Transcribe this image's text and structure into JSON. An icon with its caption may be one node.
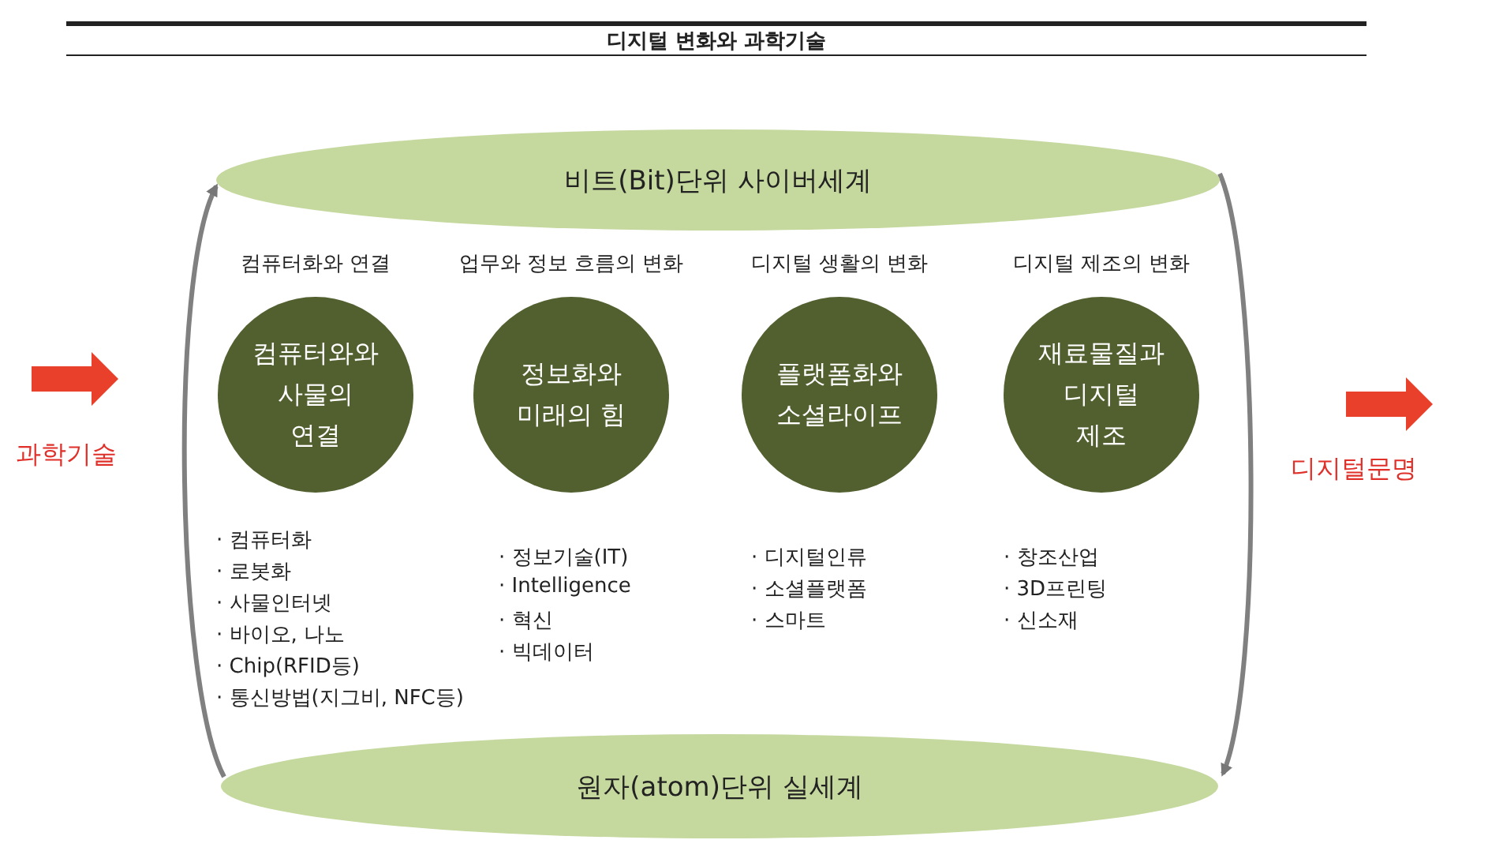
{
  "diagram": {
    "title": "디지털 변화와 과학기술",
    "nodes": [
      {
        "text": [
          "비트(Bit)단위 사이버세계"
        ]
      },
      {
        "text": [
          "원자(atom)단위 실세계"
        ]
      },
      {
        "text": [
          "컴퓨터화와 연결",
          "컴퓨터와와 사물의 연결"
        ],
        "beside": [
          "· 컴퓨터화",
          "· 로봇화",
          "· 사물인터넷",
          "· 바이오, 나노",
          "· Chip(RFID등)",
          "· 통신방법(지그비, NFC등)"
        ]
      },
      {
        "text": [
          "업무와 정보 흐름의 변화",
          "정보화와 미래의 힘"
        ],
        "beside": [
          "· 정보기술(IT)",
          "· Intelligence",
          "· 혁신",
          "· 빅데이터"
        ]
      },
      {
        "text": [
          "디지털 생활의 변화",
          "플랫폼화와 소셜라이프"
        ],
        "beside": [
          "· 디지털인류",
          "· 소셜플랫폼",
          "· 스마트"
        ]
      },
      {
        "text": [
          "디지털 제조의 변화",
          "재료물질과 디지털 제조"
        ],
        "beside": [
          "· 창조산업",
          "· 3D프린팅",
          "· 신소재"
        ]
      }
    ],
    "edges": [
      {
        "from": 1,
        "to": 0,
        "arrow": "to"
      },
      {
        "from": 0,
        "to": 1,
        "arrow": "to"
      }
    ],
    "labels": [
      "과학기술",
      "디지털문명"
    ]
  }
}
